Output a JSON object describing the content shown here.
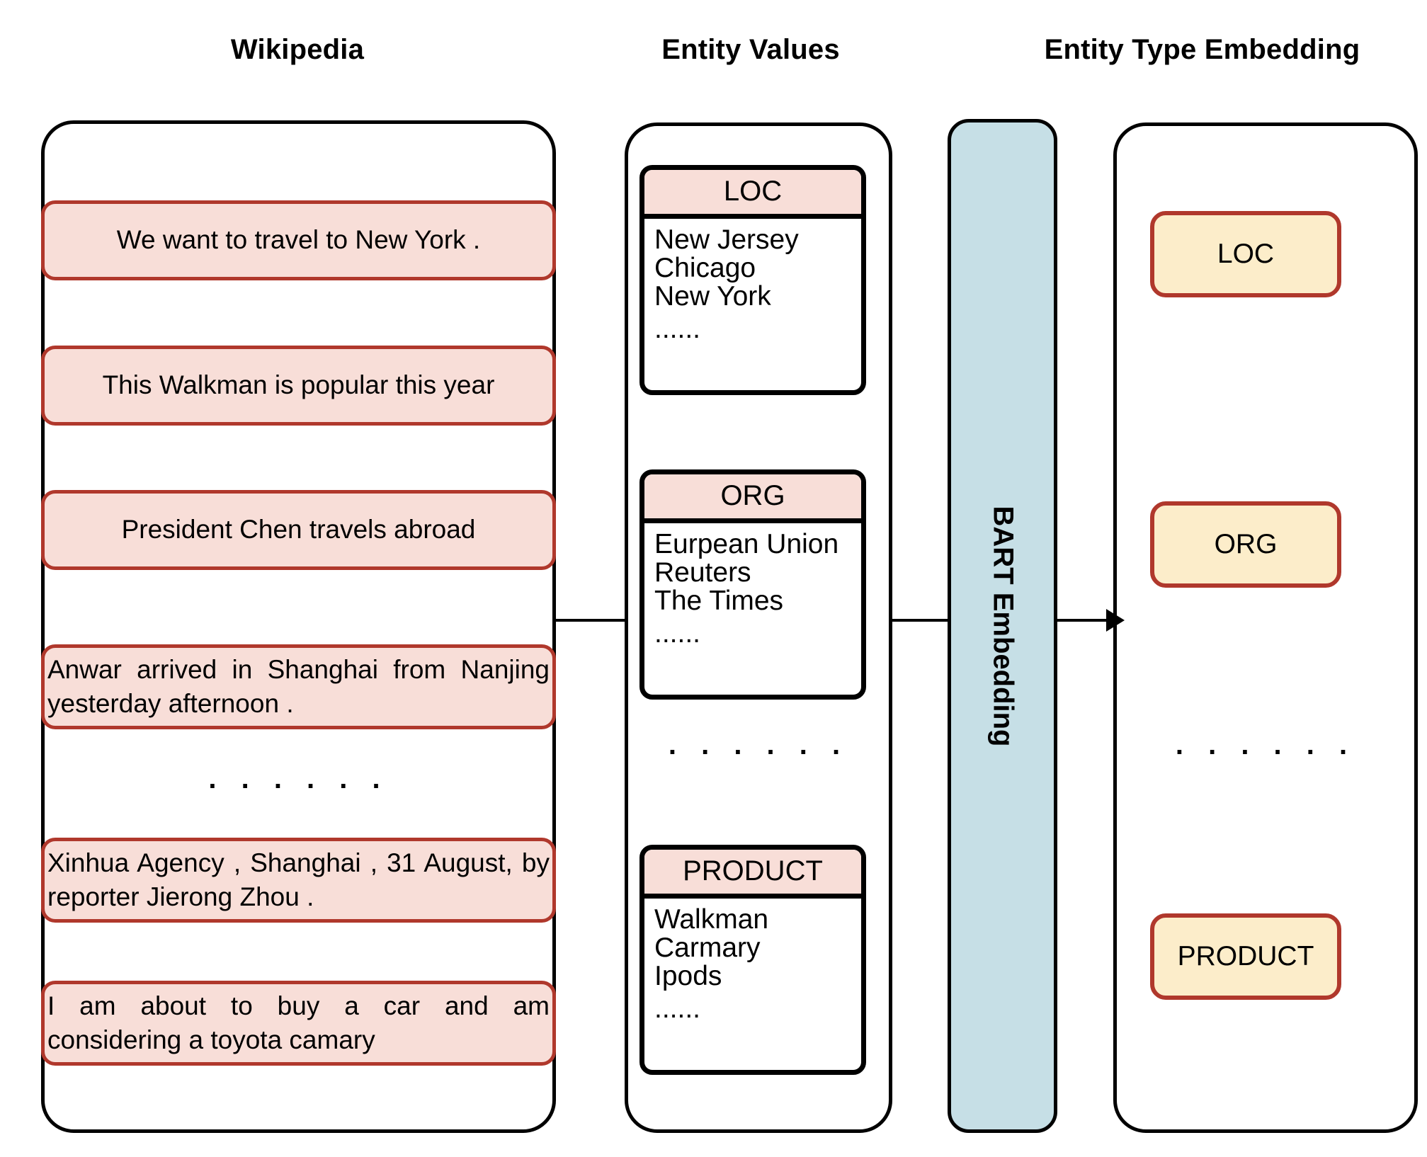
{
  "headings": {
    "wikipedia": "Wikipedia",
    "entity_values": "Entity Values",
    "entity_type_embedding": "Entity Type Embedding"
  },
  "colors": {
    "sentence_fill": "#f8ded8",
    "sentence_border": "#b0382c",
    "type_fill": "#fcedca",
    "type_border": "#b0382c",
    "bart_fill": "#c6dfe6",
    "panel_border": "#000000"
  },
  "wikipedia": {
    "sentences": [
      "We want to travel to New York .",
      "This Walkman is popular this year",
      "President Chen travels abroad",
      "Anwar arrived in Shanghai from Nanjing yesterday afternoon .",
      "Xinhua Agency , Shanghai , 31 August, by reporter Jierong Zhou .",
      "I am about to buy a car and am considering a toyota camary"
    ],
    "ellipsis": ". . . . . ."
  },
  "entity_values": {
    "cards": [
      {
        "type": "LOC",
        "values": [
          "New Jersey",
          "Chicago",
          "New York"
        ],
        "more": "......"
      },
      {
        "type": "ORG",
        "values": [
          "Eurpean Union",
          "Reuters",
          "The Times"
        ],
        "more": "......"
      },
      {
        "type": "PRODUCT",
        "values": [
          "Walkman",
          "Carmary",
          "Ipods"
        ],
        "more": "......"
      }
    ],
    "ellipsis": ". . . . . ."
  },
  "bart": {
    "label": "BART Embedding"
  },
  "entity_type_embedding": {
    "types": [
      "LOC",
      "ORG",
      "PRODUCT"
    ],
    "ellipsis": ". . . . . ."
  }
}
